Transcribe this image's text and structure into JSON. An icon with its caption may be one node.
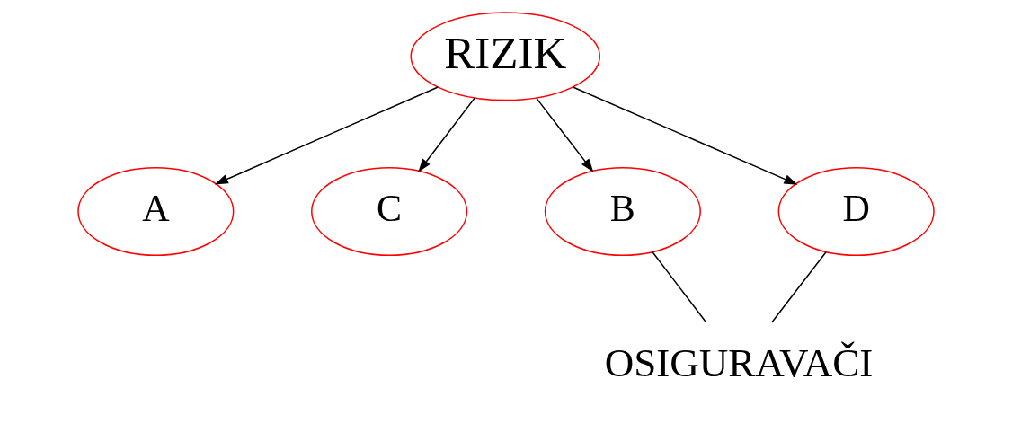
{
  "diagram": {
    "nodes": [
      {
        "text": [
          "A"
        ]
      },
      {
        "text": [
          "C"
        ]
      },
      {
        "text": [
          "RIZIK"
        ]
      },
      {
        "text": [
          "B"
        ]
      },
      {
        "text": [
          "D"
        ]
      },
      {
        "text": [
          "OSIGURAVAČI"
        ]
      }
    ],
    "edges": [
      {
        "from": 2,
        "to": 0,
        "arrow": "to"
      },
      {
        "from": 2,
        "to": 3,
        "arrow": "to"
      },
      {
        "from": 2,
        "to": 1,
        "arrow": "to"
      },
      {
        "from": 2,
        "to": 4,
        "arrow": "to"
      },
      {
        "from": 5,
        "to": 3,
        "arrow": "none"
      },
      {
        "from": 5,
        "to": 4,
        "arrow": "none"
      }
    ]
  }
}
